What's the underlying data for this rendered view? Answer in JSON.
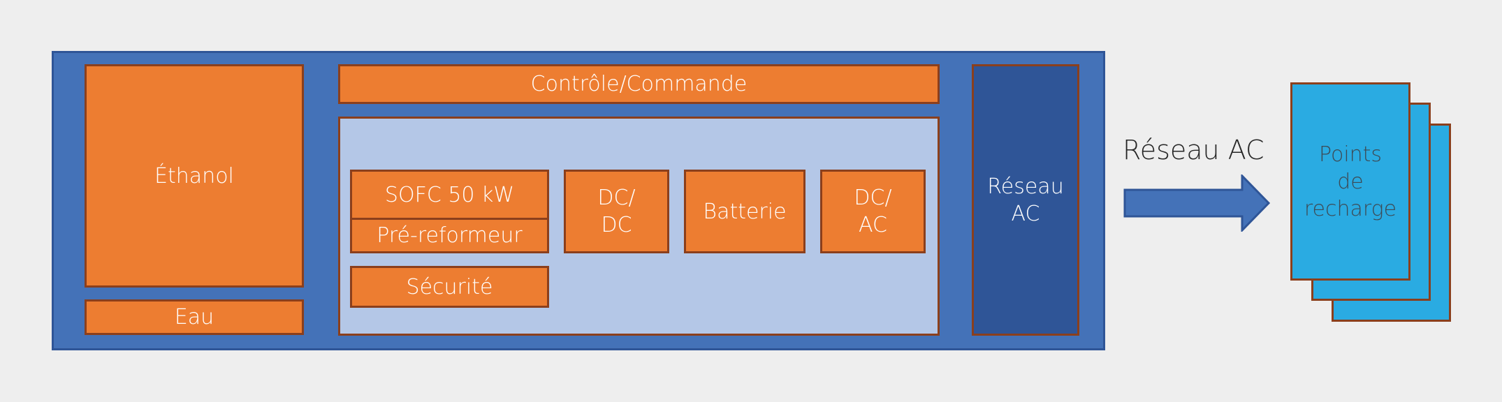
{
  "blocks": {
    "ethanol": "Éthanol",
    "eau": "Eau",
    "controle": "Contrôle/Commande",
    "sofc": "SOFC 50 kW",
    "pre_reformeur": "Pré-reformeur",
    "securite": "Sécurité",
    "dcdc_line1": "DC/",
    "dcdc_line2": "DC",
    "batterie": "Batterie",
    "dcac_line1": "DC/",
    "dcac_line2": "AC",
    "reseau_line1": "Réseau",
    "reseau_line2": "AC"
  },
  "arrow_label": "Réseau AC",
  "points": {
    "line1": "Points",
    "line2": "de",
    "line3": "recharge"
  },
  "colors": {
    "background": "#eeeeee",
    "container": "#4472b8",
    "inner_panel": "#b4c7e7",
    "block": "#ed7d31",
    "grid_block": "#2f5597",
    "charge_points": "#2aabe2"
  }
}
